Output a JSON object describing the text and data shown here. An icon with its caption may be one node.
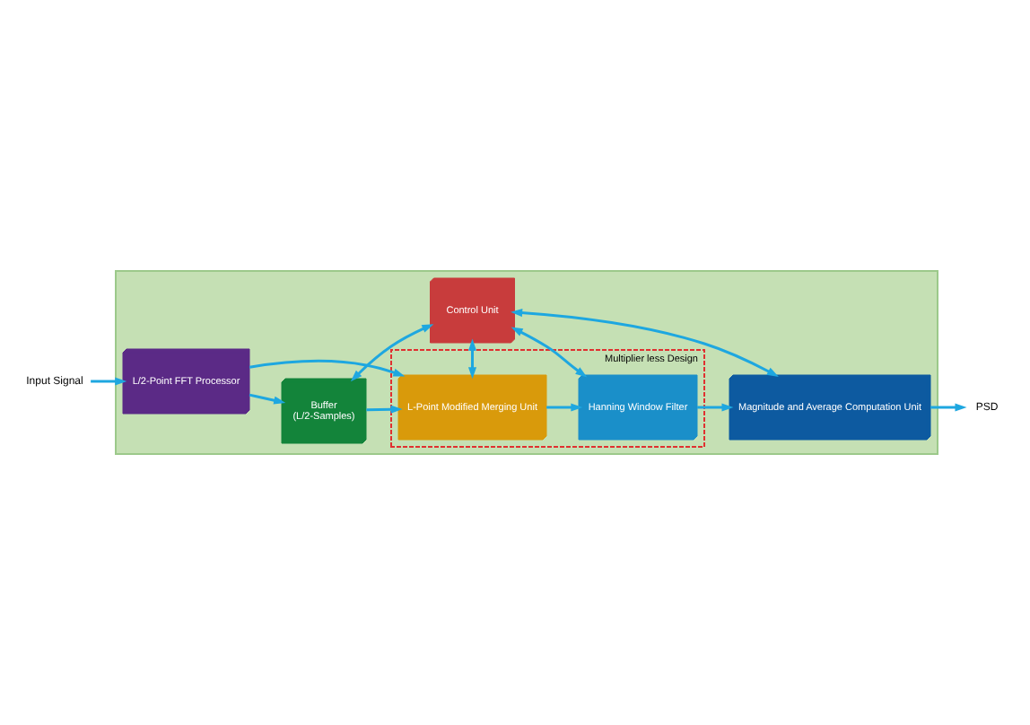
{
  "diagram": {
    "nodes": [
      {
        "text": [],
        "shape": "box"
      },
      {
        "text": [
          "Input Signal"
        ]
      },
      {
        "text": [
          "L/2-Point FFT Processor"
        ],
        "in": 0
      },
      {
        "text": [
          "Buffer",
          "(L/2-Samples)"
        ],
        "in": 0
      },
      {
        "text": [
          "Multiplier less Design"
        ],
        "in": 0
      },
      {
        "text": [
          "L-Point Modified Merging Unit"
        ],
        "in": 4
      },
      {
        "text": [
          "Hanning Window Filter"
        ],
        "in": 4
      },
      {
        "text": [
          "Magnitude and Average Computation Unit"
        ],
        "in": 0
      },
      {
        "text": [
          "PSD"
        ]
      },
      {
        "text": [
          "Control Unit"
        ],
        "in": 0
      }
    ],
    "edges": [
      {
        "from": 1,
        "to": 2,
        "arrow": "to"
      },
      {
        "from": 2,
        "to": 5,
        "arrow": "to"
      },
      {
        "from": 2,
        "to": 3,
        "arrow": "to"
      },
      {
        "from": 3,
        "to": 5,
        "arrow": "to"
      },
      {
        "from": 5,
        "to": 6,
        "arrow": "to"
      },
      {
        "from": 6,
        "to": 7,
        "arrow": "to"
      },
      {
        "from": 7,
        "to": 8,
        "arrow": "to"
      },
      {
        "from": 3,
        "to": 9,
        "arrow": "both"
      },
      {
        "from": 5,
        "to": 9,
        "arrow": "both"
      },
      {
        "from": 6,
        "to": 9,
        "arrow": "both"
      },
      {
        "from": 7,
        "to": 9,
        "arrow": "both"
      }
    ]
  }
}
